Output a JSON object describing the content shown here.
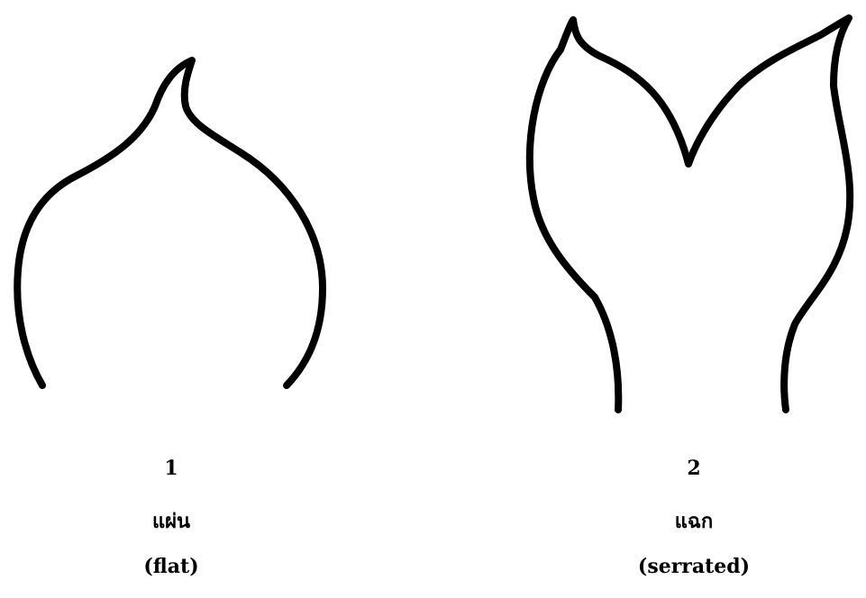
{
  "figures": [
    {
      "number": "1",
      "thai_label": "แผ่น",
      "english_label": "(flat)"
    },
    {
      "number": "2",
      "thai_label": "แฉก",
      "english_label": "(serrated)"
    }
  ],
  "colors": {
    "stroke": "#000000",
    "background": "#ffffff"
  }
}
